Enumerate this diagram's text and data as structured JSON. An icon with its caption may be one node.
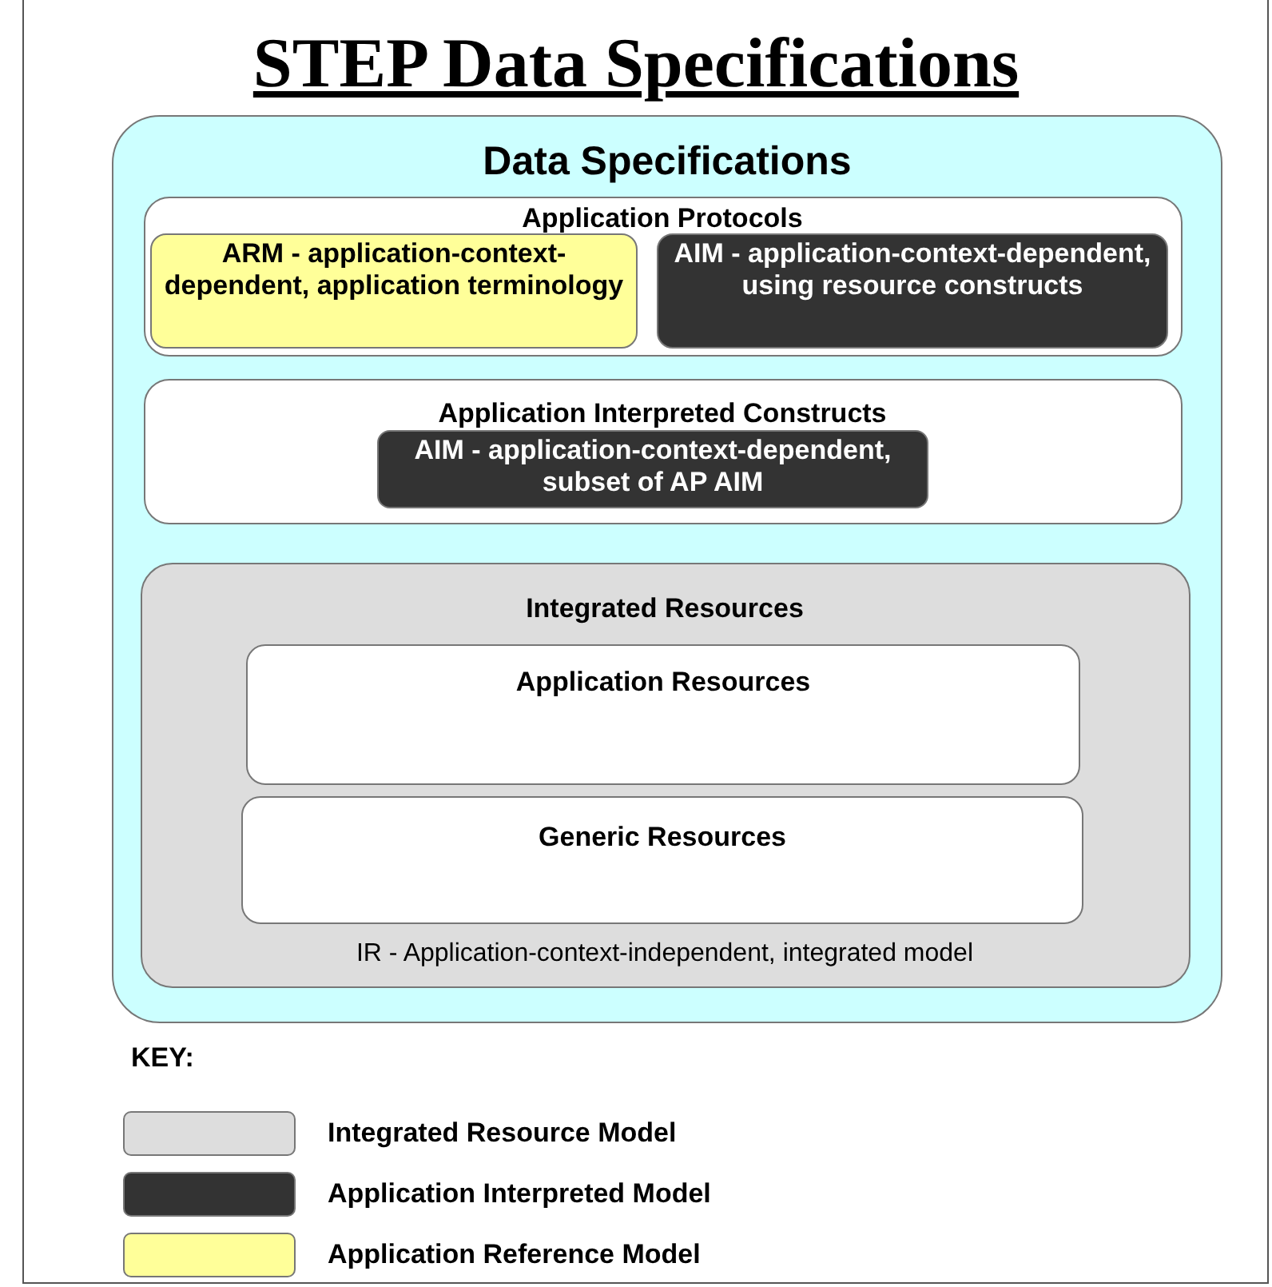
{
  "diagram": {
    "title": "STEP Data Specifications",
    "nodes": [
      {
        "text": [
          "Data Specifications"
        ]
      },
      {
        "text": [
          "Application Protocols"
        ],
        "in": 0
      },
      {
        "text": [
          "ARM - application-context-dependent, application terminology"
        ],
        "in": 1
      },
      {
        "text": [
          "AIM - application-context-dependent, using resource constructs"
        ],
        "in": 1
      },
      {
        "text": [
          "Application Interpreted Constructs"
        ],
        "in": 0
      },
      {
        "text": [
          "AIM - application-context-dependent, subset of AP AIM"
        ],
        "in": 4
      },
      {
        "text": [
          "Integrated Resources",
          "IR - Application-context-independent, integrated model"
        ],
        "in": 0
      },
      {
        "text": [
          "Application Resources"
        ],
        "in": 6
      },
      {
        "text": [
          "Generic Resources"
        ],
        "in": 6
      }
    ],
    "edges": [],
    "labels": [
      "KEY:"
    ],
    "legend": [
      {
        "text": "Integrated Resource Model",
        "color": "#dddddd"
      },
      {
        "text": "Application Interpreted Model",
        "color": "#333333"
      },
      {
        "text": "Application Reference Model",
        "color": "#ffff99"
      }
    ]
  }
}
